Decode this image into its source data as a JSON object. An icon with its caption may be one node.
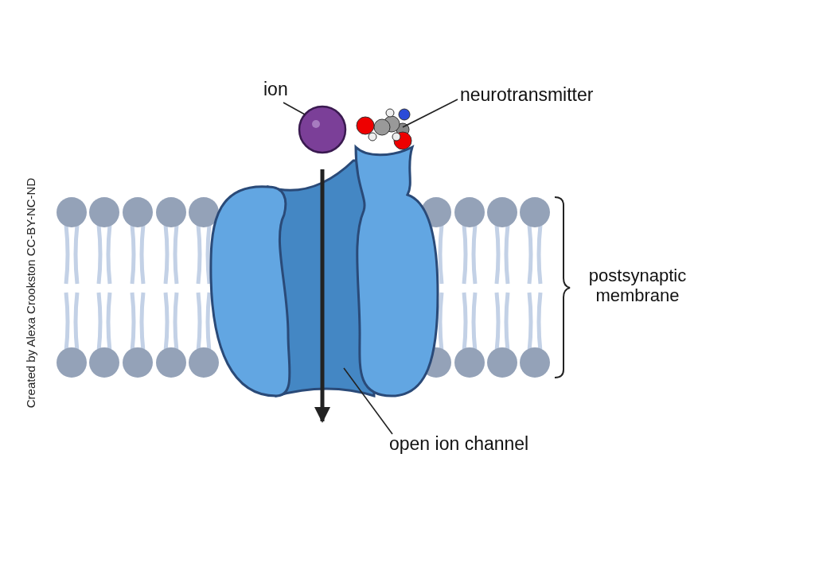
{
  "diagram": {
    "nodes": [
      {
        "text": [
          "ion"
        ]
      },
      {
        "text": [],
        "shape": "circle"
      },
      {
        "text": [
          "neurotransmitter"
        ]
      },
      {
        "text": [],
        "shape": "picture"
      },
      {
        "text": [
          "open ion channel"
        ]
      },
      {
        "text": [],
        "shape": "picture"
      }
    ],
    "edges": [
      {
        "from": 0,
        "to": 1,
        "arrow": "none"
      },
      {
        "from": 2,
        "to": 3,
        "arrow": "none"
      },
      {
        "from": 4,
        "to": 5,
        "arrow": "none"
      }
    ],
    "labels": [
      "postsynaptic membrane",
      "Created by Alexa Crookston CC-BY-NC-ND"
    ]
  }
}
